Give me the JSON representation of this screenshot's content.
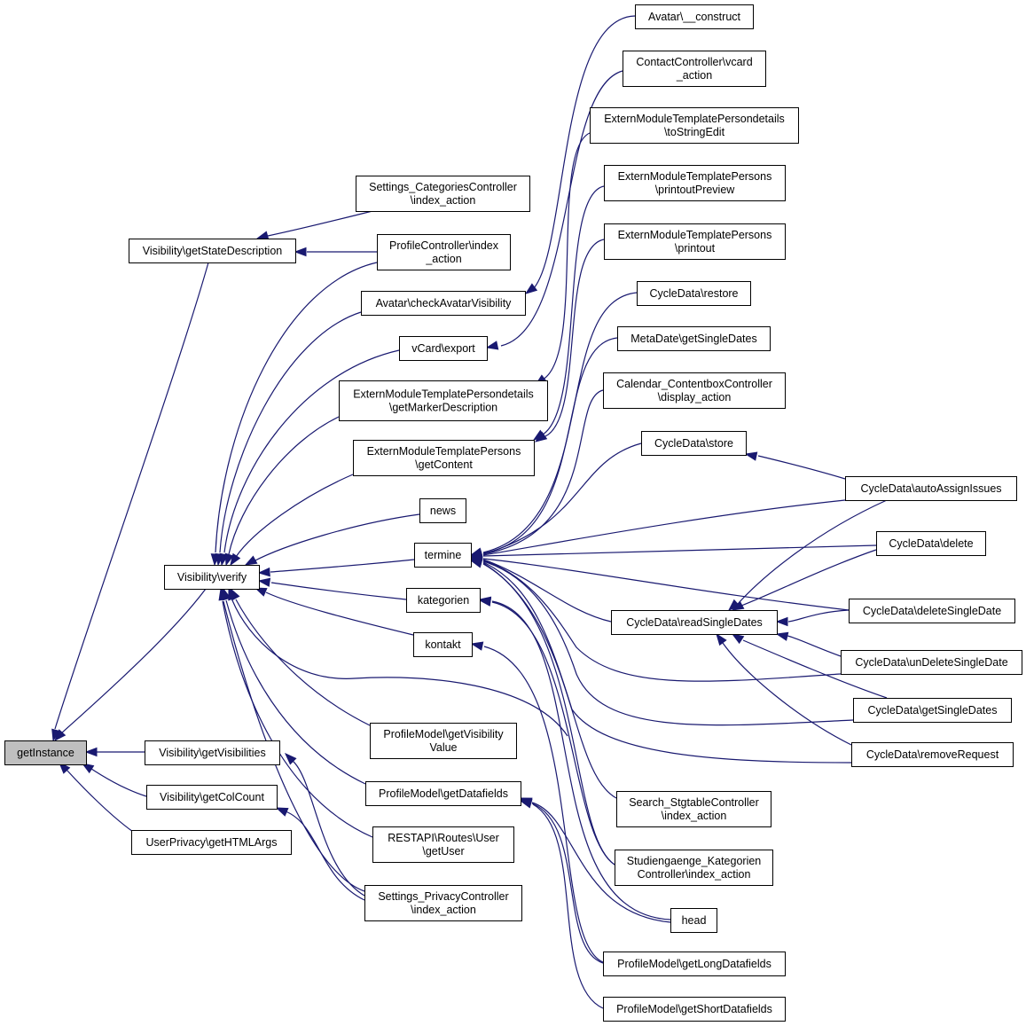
{
  "nodes": [
    {
      "id": "getInstance",
      "lines": [
        "getInstance"
      ],
      "root": true
    },
    {
      "id": "getStateDescription",
      "lines": [
        "Visibility\\getStateDescription"
      ]
    },
    {
      "id": "verify",
      "lines": [
        "Visibility\\verify"
      ]
    },
    {
      "id": "getVisibilities",
      "lines": [
        "Visibility\\getVisibilities"
      ]
    },
    {
      "id": "getColCount",
      "lines": [
        "Visibility\\getColCount"
      ]
    },
    {
      "id": "getHTMLArgs",
      "lines": [
        "UserPrivacy\\getHTMLArgs"
      ]
    },
    {
      "id": "settingsCategories",
      "lines": [
        "Settings_CategoriesController",
        "\\index_action"
      ]
    },
    {
      "id": "profileController",
      "lines": [
        "ProfileController\\index",
        "_action"
      ]
    },
    {
      "id": "checkAvatar",
      "lines": [
        "Avatar\\checkAvatarVisibility"
      ]
    },
    {
      "id": "vcardExport",
      "lines": [
        "vCard\\export"
      ]
    },
    {
      "id": "getMarkerDescription",
      "lines": [
        "ExternModuleTemplatePersondetails",
        "\\getMarkerDescription"
      ]
    },
    {
      "id": "getContent",
      "lines": [
        "ExternModuleTemplatePersons",
        "\\getContent"
      ]
    },
    {
      "id": "news",
      "lines": [
        "news"
      ]
    },
    {
      "id": "termine",
      "lines": [
        "termine"
      ]
    },
    {
      "id": "kategorien",
      "lines": [
        "kategorien"
      ]
    },
    {
      "id": "kontakt",
      "lines": [
        "kontakt"
      ]
    },
    {
      "id": "getVisibilityValue",
      "lines": [
        "ProfileModel\\getVisibility",
        "Value"
      ]
    },
    {
      "id": "getDatafields",
      "lines": [
        "ProfileModel\\getDatafields"
      ]
    },
    {
      "id": "restUser",
      "lines": [
        "RESTAPI\\Routes\\User",
        "\\getUser"
      ]
    },
    {
      "id": "settingsPrivacy",
      "lines": [
        "Settings_PrivacyController",
        "\\index_action"
      ]
    },
    {
      "id": "avatarConstruct",
      "lines": [
        "Avatar\\__construct"
      ]
    },
    {
      "id": "contactVcard",
      "lines": [
        "ContactController\\vcard",
        "_action"
      ]
    },
    {
      "id": "toStringEdit",
      "lines": [
        "ExternModuleTemplatePersondetails",
        "\\toStringEdit"
      ]
    },
    {
      "id": "printoutPreview",
      "lines": [
        "ExternModuleTemplatePersons",
        "\\printoutPreview"
      ]
    },
    {
      "id": "printout",
      "lines": [
        "ExternModuleTemplatePersons",
        "\\printout"
      ]
    },
    {
      "id": "restore",
      "lines": [
        "CycleData\\restore"
      ]
    },
    {
      "id": "metaSingleDates",
      "lines": [
        "MetaDate\\getSingleDates"
      ]
    },
    {
      "id": "calendarDisplay",
      "lines": [
        "Calendar_ContentboxController",
        "\\display_action"
      ]
    },
    {
      "id": "store",
      "lines": [
        "CycleData\\store"
      ]
    },
    {
      "id": "readSingleDates",
      "lines": [
        "CycleData\\readSingleDates"
      ]
    },
    {
      "id": "searchStg",
      "lines": [
        "Search_StgtableController",
        "\\index_action"
      ]
    },
    {
      "id": "studiengaenge",
      "lines": [
        "Studiengaenge_Kategorien",
        "Controller\\index_action"
      ]
    },
    {
      "id": "head",
      "lines": [
        "head"
      ]
    },
    {
      "id": "getLongDatafields",
      "lines": [
        "ProfileModel\\getLongDatafields"
      ]
    },
    {
      "id": "getShortDatafields",
      "lines": [
        "ProfileModel\\getShortDatafields"
      ]
    },
    {
      "id": "autoAssign",
      "lines": [
        "CycleData\\autoAssignIssues"
      ]
    },
    {
      "id": "delete",
      "lines": [
        "CycleData\\delete"
      ]
    },
    {
      "id": "deleteSingle",
      "lines": [
        "CycleData\\deleteSingleDate"
      ]
    },
    {
      "id": "unDeleteSingle",
      "lines": [
        "CycleData\\unDeleteSingleDate"
      ]
    },
    {
      "id": "cycleGetSingle",
      "lines": [
        "CycleData\\getSingleDates"
      ]
    },
    {
      "id": "removeRequest",
      "lines": [
        "CycleData\\removeRequest"
      ]
    }
  ]
}
